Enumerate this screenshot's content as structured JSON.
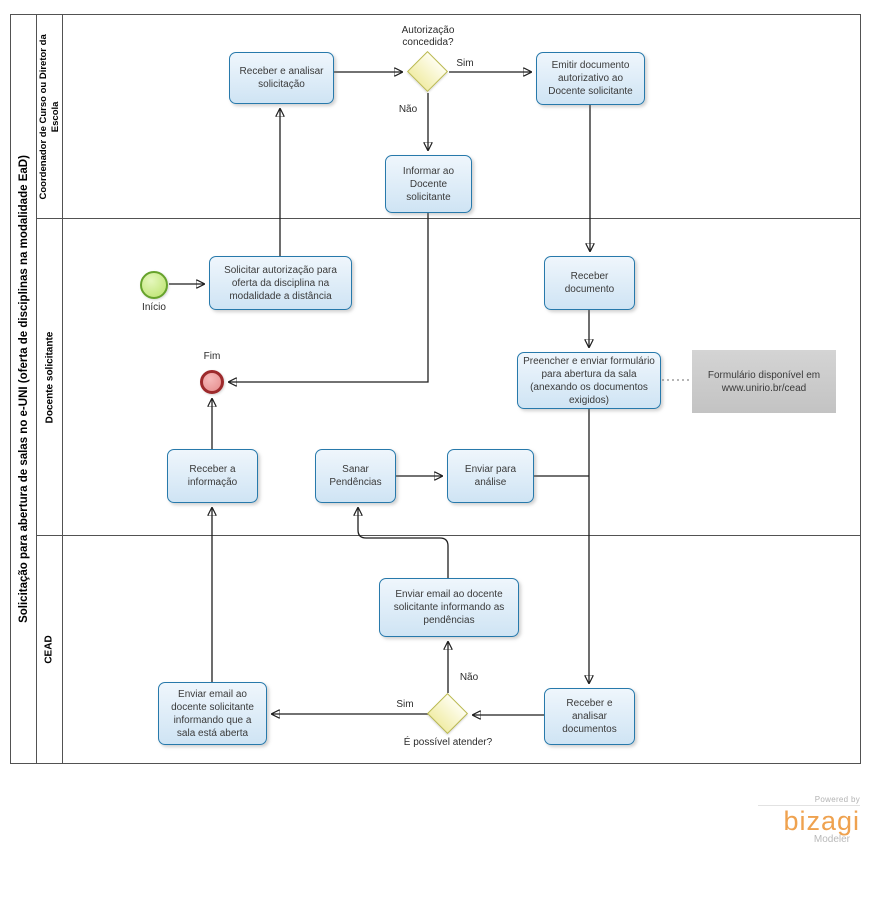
{
  "pool": {
    "title": "Solicitação para abertura de salas no e-UNI (oferta de disciplinas na modalidade EaD)",
    "lanes": {
      "coordenador": "Coordenador de Curso ou Diretor da Escola",
      "docente": "Docente  solicitante",
      "cead": "CEAD"
    }
  },
  "events": {
    "start": "Início",
    "end": "Fim"
  },
  "tasks": {
    "receber_analisar_solicitacao": "Receber  e analisar solicitação",
    "emitir_documento": "Emitir documento autorizativo ao Docente solicitante",
    "informar_docente": "Informar ao Docente solicitante",
    "solicitar_autorizacao": "Solicitar autorização para oferta da disciplina na modalidade a distância",
    "receber_documento": "Receber documento",
    "preencher_enviar_formulario": "Preencher e enviar formulário para abertura da sala (anexando os documentos exigidos)",
    "receber_informacao": "Receber a informação",
    "sanar_pendencias": "Sanar Pendências",
    "enviar_para_analise": "Enviar para análise",
    "enviar_email_pendencias": "Enviar email ao docente solicitante informando as pendências",
    "enviar_email_sala_aberta": "Enviar email ao docente solicitante informando que a sala está aberta",
    "receber_analisar_documentos": "Receber e analisar documentos"
  },
  "gateways": {
    "autorizacao_concedida": "Autorização concedida?",
    "possivel_atender": "É possível atender?"
  },
  "flow_labels": {
    "g1_sim": "Sim",
    "g1_nao": "Não",
    "g2_sim": "Sim",
    "g2_nao": "Não"
  },
  "annotation": {
    "text": "Formulário disponível em www.unirio.br/cead"
  },
  "footer": {
    "powered_by": "Powered by",
    "brand": "bizagi",
    "product": "Modeler"
  },
  "colors": {
    "task_border": "#2779ab",
    "task_fill": "#d6e7f5",
    "gateway_border": "#b9b84b",
    "gateway_fill": "#f6f3b4",
    "start_border": "#66a22c",
    "start_fill": "#c2e57d",
    "end_border": "#9d2a2c",
    "end_fill": "#e58b8b",
    "annotation_fill": "#cbcbcb",
    "brand_orange": "#efa24f"
  }
}
